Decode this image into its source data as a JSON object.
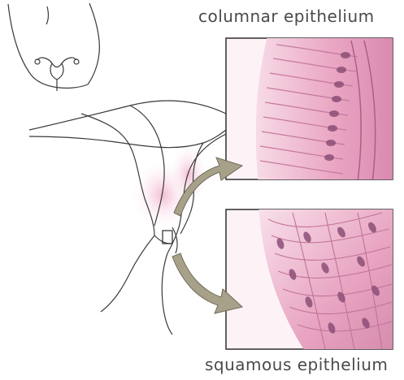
{
  "labels": {
    "top": "columnar epithelium",
    "bottom": "squamous epithelium"
  },
  "colors": {
    "line": "#3a3a3a",
    "tissue_pink": "#e9a9c4",
    "tissue_pink_light": "#f6d5e3",
    "tissue_pink_dark": "#c9779c",
    "nucleus": "#8c4f78",
    "arrow_fill": "#a8a18a",
    "arrow_stroke": "#6f6a58",
    "panel_border": "#2f2f2f"
  },
  "icons": {
    "arrow": "curved-arrow",
    "panel": "micrograph-panel"
  }
}
